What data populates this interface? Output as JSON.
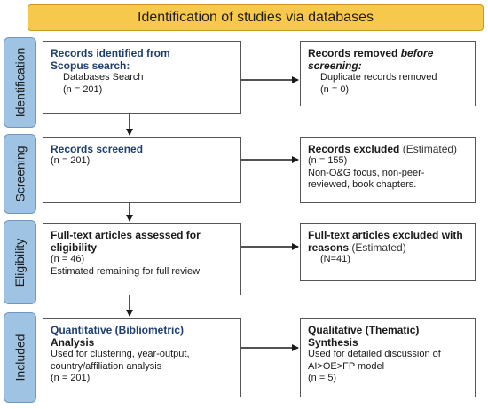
{
  "header": {
    "title": "Identification of studies via databases"
  },
  "phases": {
    "identification": "Identification",
    "screening": "Screening",
    "eligibility": "Eligibility",
    "included": "Included"
  },
  "boxes": {
    "identified": {
      "heading_line1": "Records identified from",
      "heading_line2": "Scopus search:",
      "source": "Databases Search",
      "count": "(n = 201)"
    },
    "removed": {
      "heading_a": "Records removed ",
      "heading_b": "before",
      "heading_c": "screening:",
      "reason": "Duplicate records removed",
      "count": "(n = 0)"
    },
    "screened": {
      "heading": "Records screened",
      "count": "(n = 201)"
    },
    "excluded": {
      "heading": "Records excluded",
      "note": " (Estimated)",
      "count": "(n = 155)",
      "reason_line1": "Non-O&G focus, non-peer-",
      "reason_line2": "reviewed, book chapters."
    },
    "fulltext": {
      "heading_line1": "Full-text articles assessed for",
      "heading_line2": "eligibility",
      "count": "(n = 46)",
      "note": "Estimated remaining for full review"
    },
    "fulltext_excluded": {
      "heading_line1": "Full-text articles excluded with",
      "heading_line2": "reasons",
      "note": " (Estimated)",
      "count": "(N=41)"
    },
    "quantitative": {
      "heading_line1": "Quantitative (Bibliometric)",
      "heading_line2": "Analysis",
      "use_line1": "Used for clustering, year-output,",
      "use_line2": "country/affiliation analysis",
      "count": "(n = 201)"
    },
    "qualitative": {
      "heading_line1": "Qualitative (Thematic)",
      "heading_line2": "Synthesis",
      "use_line1": "Used for detailed discussion of",
      "use_line2": "AI>OE>FP model",
      "count": "(n = 5)"
    }
  },
  "colors": {
    "header_fill": "#f6c84b",
    "phase_fill": "#9fc3e3",
    "heading_blue": "#1f3f6e"
  }
}
